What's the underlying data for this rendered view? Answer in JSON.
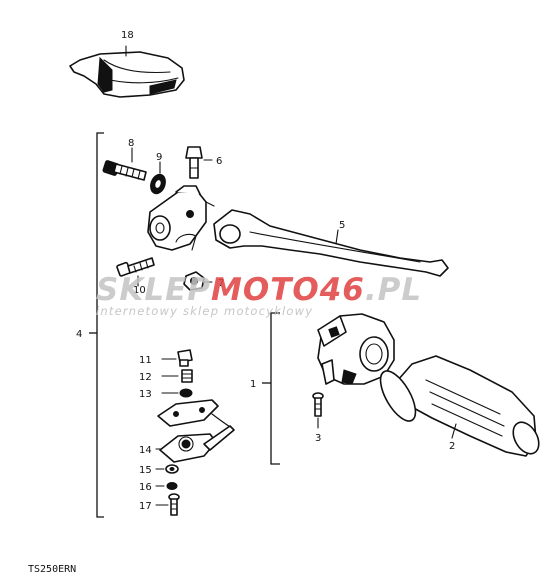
{
  "labels": {
    "p1": "1",
    "p2": "2",
    "p3": "3",
    "p4": "4",
    "p5": "5",
    "p6": "6",
    "p7": "7",
    "p8": "8",
    "p9": "9",
    "p10": "10",
    "p11": "11",
    "p12": "12",
    "p13": "13",
    "p14": "14",
    "p15": "15",
    "p16": "16",
    "p17": "17",
    "p18": "18"
  },
  "watermark": {
    "part1": "SKLEP",
    "part2": "MOTO",
    "part3": "46",
    "part4": ".PL",
    "subtitle": "internetowy sklep motocyklowy",
    "color_gray": "#c4c4c4",
    "color_red": "#e04040"
  },
  "model_code": "TS250ERN"
}
